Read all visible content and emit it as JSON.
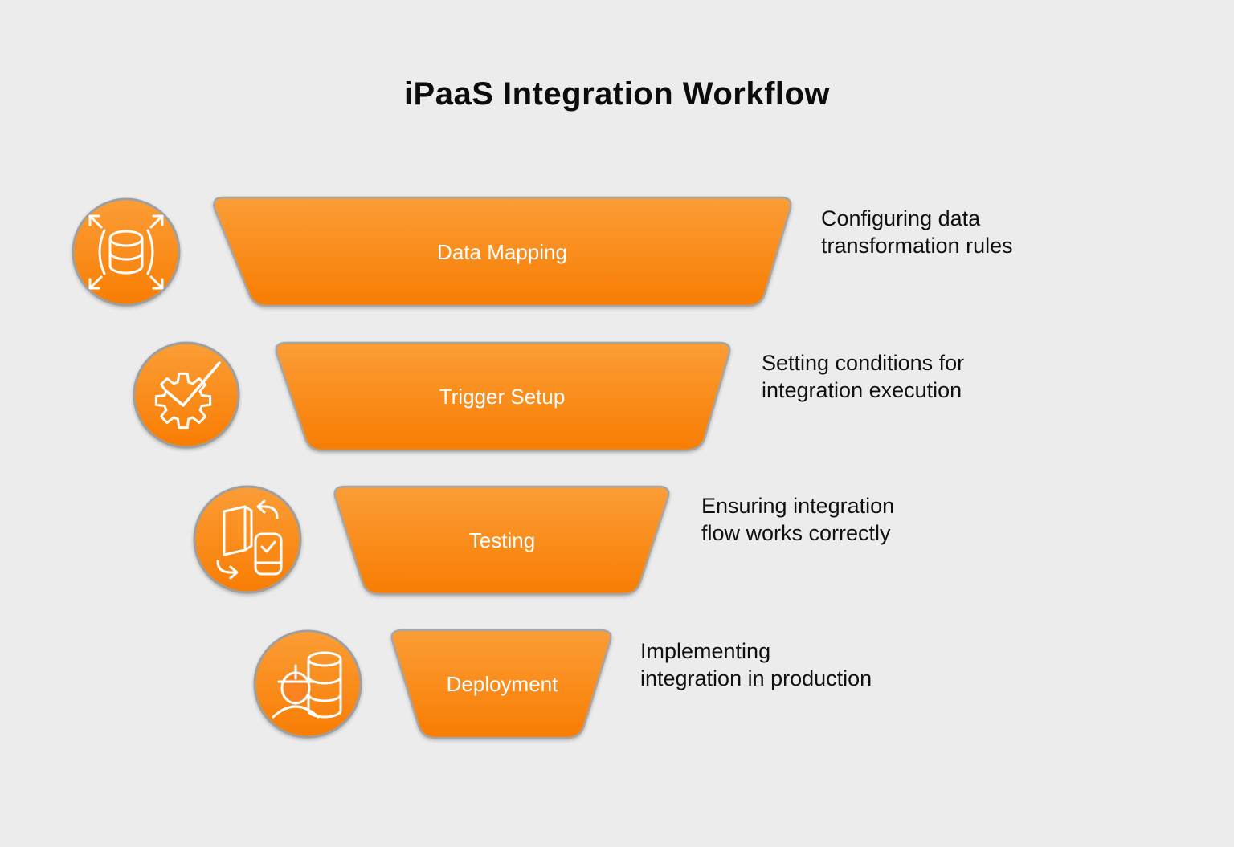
{
  "title": "iPaaS Integration Workflow",
  "colors": {
    "background": "#ececec",
    "funnel_top": "#fb9d36",
    "funnel_bottom": "#f87d03",
    "shape_border": "#a6a6a6",
    "label_text": "#ffffff",
    "body_text": "#101010"
  },
  "stages": [
    {
      "label": "Data Mapping",
      "description": "Configuring data\ntransformation rules",
      "icon": "database-expand-icon"
    },
    {
      "label": "Trigger Setup",
      "description": "Setting conditions for\nintegration execution",
      "icon": "gear-check-icon"
    },
    {
      "label": "Testing",
      "description": "Ensuring integration\nflow works correctly",
      "icon": "sync-devices-icon"
    },
    {
      "label": "Deployment",
      "description": "Implementing\nintegration in production",
      "icon": "engineer-database-icon"
    }
  ]
}
